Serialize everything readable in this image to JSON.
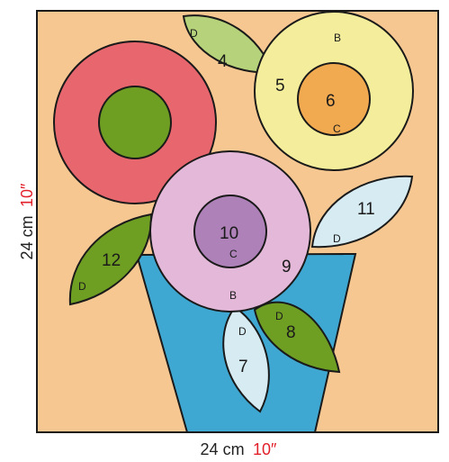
{
  "colors": {
    "background": "#f6c791",
    "outline": "#1a1a1a",
    "flower_red": "#e8666d",
    "flower_red_center": "#6e9e22",
    "flower_yellow": "#f4ee9c",
    "flower_yellow_center": "#f2aa50",
    "flower_pink": "#e3b8d8",
    "flower_pink_center": "#ae82b8",
    "leaf_light_green": "#b6d27a",
    "leaf_dark_green": "#6e9e22",
    "leaf_light_blue": "#d6ebf2",
    "vase": "#3ea8d3",
    "inch_label": "#e2202a"
  },
  "dimensions": {
    "bottom_cm": "24 cm",
    "bottom_in": "10″",
    "side_cm": "24 cm",
    "side_in": "10″"
  },
  "pieces": {
    "p4": {
      "number": "4",
      "letter": "D"
    },
    "p5": {
      "number": "5",
      "letter": "B"
    },
    "p6": {
      "number": "6",
      "letter": "C"
    },
    "p7": {
      "number": "7",
      "letter": "D"
    },
    "p8": {
      "number": "8",
      "letter": "D"
    },
    "p9": {
      "number": "9",
      "letter": "B"
    },
    "p10": {
      "number": "10",
      "letter": "C"
    },
    "p11": {
      "number": "11",
      "letter": "D"
    },
    "p12": {
      "number": "12",
      "letter": "D"
    }
  }
}
